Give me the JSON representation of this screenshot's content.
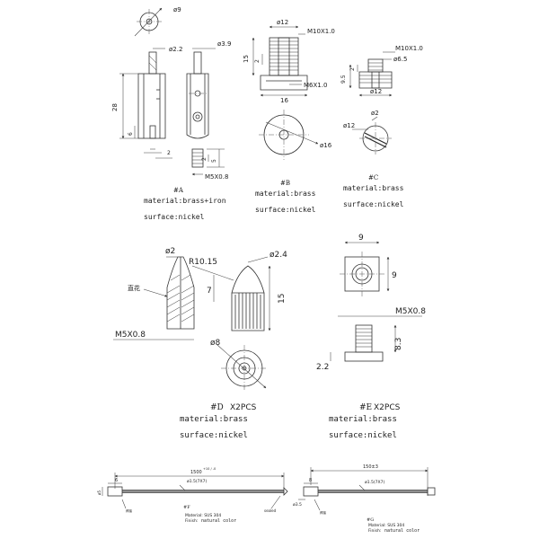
{
  "part_a": {
    "label": "#A",
    "material": "material:brass+iron",
    "surface": "surface:nickel",
    "dims": {
      "top_dia": "ø9",
      "pin_dia": "ø2.2",
      "shaft_dia": "ø3.9",
      "length": "28",
      "slot_h": "6",
      "slot_w": "2",
      "screw_len": "5",
      "screw_off": "2",
      "thread": "M5X0.8"
    }
  },
  "part_b": {
    "label": "#B",
    "material": "material:brass",
    "surface": "surface:nickel",
    "dims": {
      "outer_dia": "ø12",
      "thread_top": "M10X1.0",
      "height": "15",
      "collar": "2",
      "thread_bottom": "M6X1.0",
      "base_w": "16",
      "flange_dia": "ø16"
    }
  },
  "part_c": {
    "label": "#C",
    "material": "material:brass",
    "surface": "surface:nickel",
    "dims": {
      "thread": "M10X1.0",
      "inner_dia": "ø6.5",
      "height": "9.5",
      "collar": "2",
      "outer_dia": "ø12",
      "top_dia": "ø12",
      "slot": "ø2"
    }
  },
  "part_d": {
    "label": "#D",
    "qty": "X2PCS",
    "material": "material:brass",
    "surface": "surface:nickel",
    "note": "直花",
    "dims": {
      "tip_dia": "ø2",
      "radius": "R10.15",
      "outer_tip": "ø2.4",
      "tip_len": "7",
      "length": "15",
      "thread": "M5X0.8",
      "base_dia": "ø8"
    }
  },
  "part_e": {
    "label": "#E",
    "qty": "X2PCS",
    "material": "material:brass",
    "surface": "surface:nickel",
    "dims": {
      "width": "9",
      "height": "9",
      "thread": "M5X0.8",
      "thread_len": "8.3",
      "head_h": "2.2"
    }
  },
  "part_f": {
    "label": "#F",
    "length": "1500",
    "length_tol": "+10 / -0",
    "cable": "ø1.5(7X7)",
    "end_dia": "ø5",
    "end_len": "6",
    "note": "焊接",
    "sealed": "sealed",
    "material": "Material: SUS 304",
    "finish": "Finish:",
    "finish_value": "natural color"
  },
  "part_g": {
    "label": "#G",
    "length": "150±3",
    "cable": "ø1.5(7X7)",
    "end_dia": "ø3.5",
    "end_len": "8",
    "note": "焊接",
    "material": "Material: SUS 304",
    "finish": "Finish:",
    "finish_value": "natural color"
  }
}
